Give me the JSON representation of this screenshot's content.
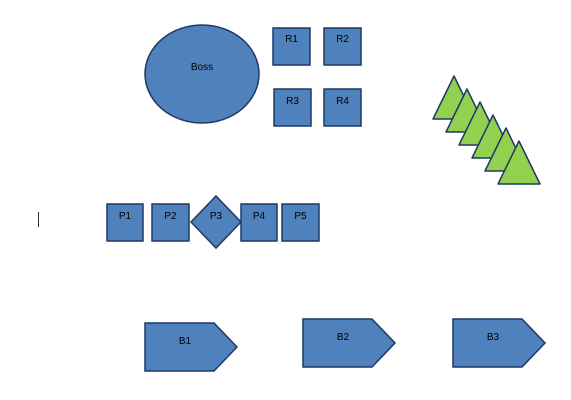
{
  "colors": {
    "fill": "#4f81bd",
    "stroke": "#1f3864",
    "triangle_fill": "#92d050",
    "triangle_stroke": "#1f3864",
    "label": "#000000",
    "background": "#ffffff"
  },
  "shapes": {
    "boss": {
      "label": "Boss",
      "kind": "ellipse"
    },
    "rooms": [
      {
        "id": "r1",
        "label": "R1",
        "kind": "square"
      },
      {
        "id": "r2",
        "label": "R2",
        "kind": "square"
      },
      {
        "id": "r3",
        "label": "R3",
        "kind": "square"
      },
      {
        "id": "r4",
        "label": "R4",
        "kind": "square"
      }
    ],
    "process_row": [
      {
        "id": "p1",
        "label": "P1",
        "kind": "square"
      },
      {
        "id": "p2",
        "label": "P2",
        "kind": "square"
      },
      {
        "id": "p3",
        "label": "P3",
        "kind": "diamond"
      },
      {
        "id": "p4",
        "label": "P4",
        "kind": "square"
      },
      {
        "id": "p5",
        "label": "P5",
        "kind": "square"
      }
    ],
    "pentagon_arrows": [
      {
        "id": "b1",
        "label": "B1",
        "kind": "pentagon-arrow"
      },
      {
        "id": "b2",
        "label": "B2",
        "kind": "pentagon-arrow"
      },
      {
        "id": "b3",
        "label": "B3",
        "kind": "pentagon-arrow"
      }
    ],
    "triangle_stack": {
      "count": 6,
      "kind": "triangle"
    }
  },
  "cursor": {
    "kind": "text-insertion-caret"
  }
}
